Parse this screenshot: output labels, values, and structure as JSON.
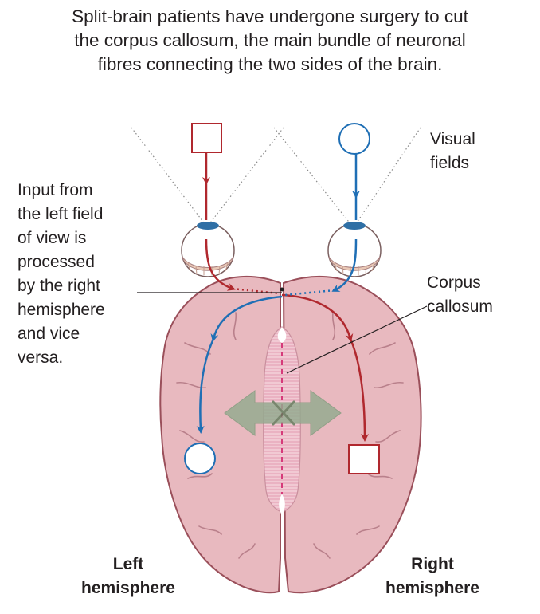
{
  "caption": {
    "line1": "Split-brain patients have undergone surgery to cut",
    "line2": "the corpus callosum, the main bundle of neuronal",
    "line3": "fibres connecting the two sides of the brain."
  },
  "labels": {
    "visual_fields": [
      "Visual",
      "fields"
    ],
    "input_note": [
      "Input from",
      "the left field",
      "of view is",
      "processed",
      "by the right",
      "hemisphere",
      "and vice",
      "versa."
    ],
    "corpus_callosum": [
      "Corpus",
      "callosum"
    ],
    "left_hemisphere": [
      "Left",
      "hemisphere"
    ],
    "right_hemisphere": [
      "Right",
      "hemisphere"
    ]
  },
  "colors": {
    "red_pathway": "#b0282e",
    "blue_pathway": "#1f6fb5",
    "brain_fill": "#e8b9bf",
    "brain_outline": "#9a4f5a",
    "blocked_arrow": "#93ab8f",
    "eye_iris": "#2f6fa5"
  },
  "icons": [
    "square-stimulus-icon",
    "circle-stimulus-icon",
    "eye-icon",
    "blocked-transfer-icon"
  ]
}
